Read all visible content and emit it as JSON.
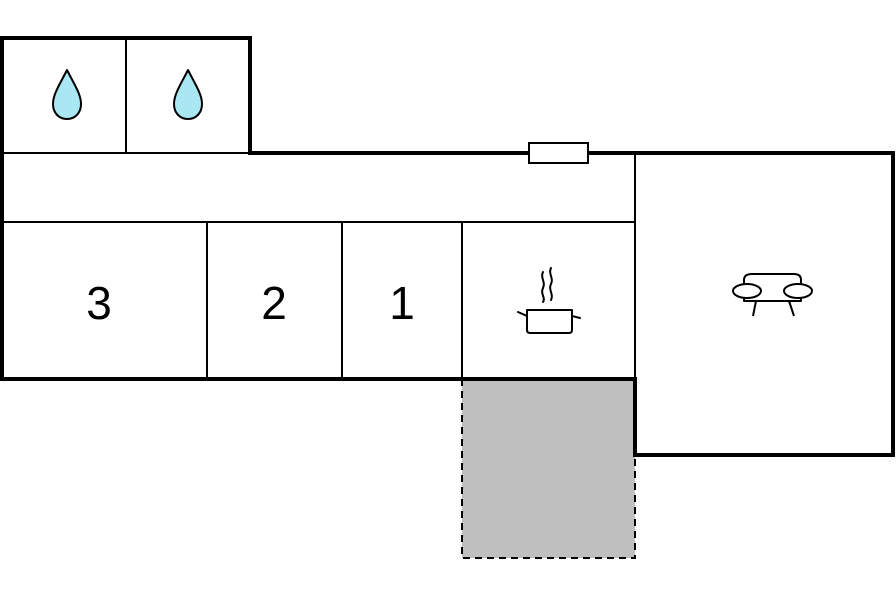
{
  "floorplan": {
    "rooms": [
      {
        "id": "bathroom-1",
        "icon": "water-drop-icon"
      },
      {
        "id": "bathroom-2",
        "icon": "water-drop-icon"
      },
      {
        "id": "hallway",
        "icon": ""
      },
      {
        "id": "bedroom-3",
        "label": "3"
      },
      {
        "id": "bedroom-2",
        "label": "2"
      },
      {
        "id": "bedroom-1",
        "label": "1"
      },
      {
        "id": "kitchen",
        "icon": "cooking-pot-icon"
      },
      {
        "id": "living-room",
        "icon": "sofa-icon"
      },
      {
        "id": "terrace",
        "icon": ""
      }
    ],
    "entrance": {
      "icon": "door-icon"
    },
    "colors": {
      "wall": "#000000",
      "water": "#a9e8f2",
      "terrace_fill": "#bfbfbf",
      "background": "#ffffff"
    }
  }
}
